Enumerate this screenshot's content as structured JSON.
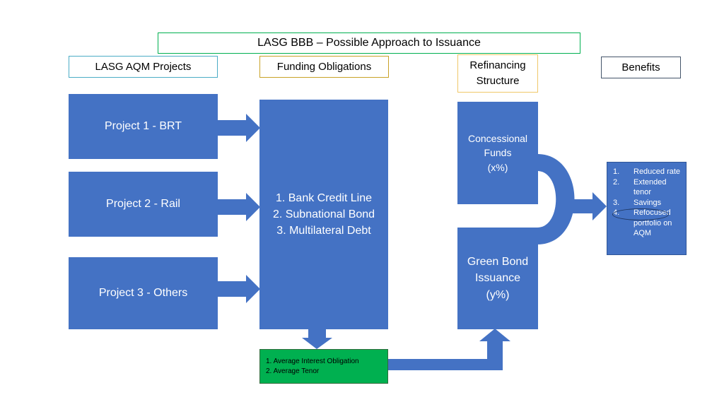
{
  "title": "LASG BBB – Possible Approach to Issuance",
  "headers": {
    "projects": "LASG AQM Projects",
    "funding": "Funding Obligations",
    "refinancing_line1": "Refinancing",
    "refinancing_line2": "Structure",
    "benefits": "Benefits"
  },
  "projects": [
    {
      "label": "Project 1 - BRT"
    },
    {
      "label": "Project 2 - Rail"
    },
    {
      "label": "Project 3 - Others"
    }
  ],
  "funding": {
    "items": [
      "1. Bank Credit Line",
      "2. Subnational Bond",
      "3. Multilateral Debt"
    ]
  },
  "outcome": {
    "items": [
      "1. Average Interest Obligation",
      "2. Average Tenor"
    ]
  },
  "concessional": {
    "line1": "Concessional",
    "line2": "Funds",
    "line3": "(x%)"
  },
  "green_bond": {
    "line1": "Green Bond",
    "line2": "Issuance",
    "line3": "(y%)"
  },
  "benefits": {
    "items": [
      {
        "num": "1.",
        "text": "Reduced rate"
      },
      {
        "num": "2.",
        "text": "Extended tenor"
      },
      {
        "num": "3.",
        "text": "Savings"
      },
      {
        "num": "4.",
        "text": "Refocused portfolio on AQM"
      }
    ]
  },
  "colors": {
    "box_blue": "#4472c4",
    "outcome_green": "#00b050",
    "title_border": "#00b050",
    "projects_border": "#4bacc6",
    "funding_border": "#c9a227",
    "refinancing_border": "#f0c869",
    "benefits_border": "#44546a"
  }
}
